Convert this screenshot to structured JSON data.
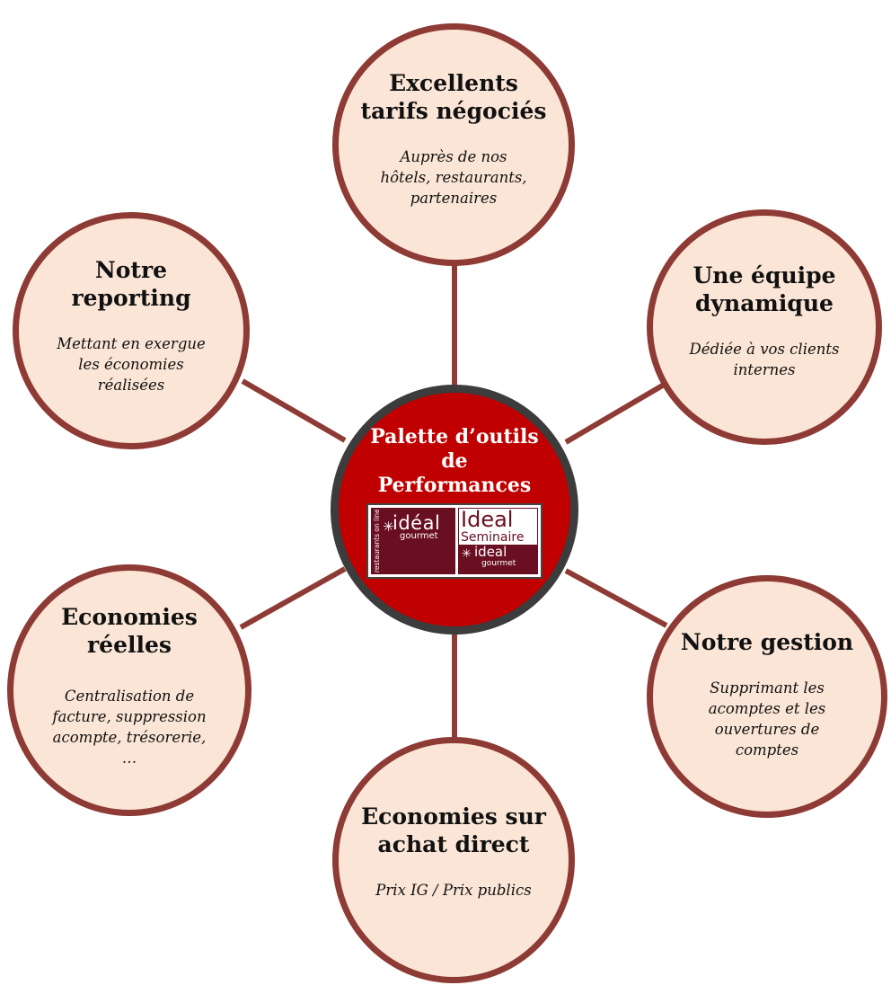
{
  "center": {
    "title": "Palette d’outils\nde\nPerformances",
    "logo_left": {
      "vertical_text": "restaurants on line",
      "word": "idéal",
      "sub": "gourmet"
    },
    "logo_right": {
      "word": "Ideal",
      "sub": "Seminaire",
      "mini_word": "ideal",
      "mini_sub": "gourmet"
    }
  },
  "nodes": [
    {
      "id": "top",
      "title": "Excellents\ntarifs négociés",
      "desc": "Auprès de nos\nhôtels, restaurants,\npartenaires"
    },
    {
      "id": "top-right",
      "title": "Une équipe\ndynamique",
      "desc": "Dédiée à vos clients\ninternes"
    },
    {
      "id": "bottom-right",
      "title": "Notre gestion",
      "desc": "Supprimant les\nacomptes et les\nouvertures de\ncomptes"
    },
    {
      "id": "bottom",
      "title": "Economies sur\nachat direct",
      "desc": "Prix IG / Prix publics"
    },
    {
      "id": "bottom-left",
      "title": "Economies\nréelles",
      "desc": "Centralisation de\nfacture, suppression\nacompte, trésorerie,\n…"
    },
    {
      "id": "top-left",
      "title": "Notre\nreporting",
      "desc": "Mettant en exergue\nles économies\nréalisées"
    }
  ],
  "colors": {
    "node_fill": "#fbe5d6",
    "node_border": "#8e3a35",
    "connector": "#8e3a35",
    "center_fill": "#c00000",
    "center_border": "#3d3c3c",
    "logo_brand": "#6a0e22"
  }
}
